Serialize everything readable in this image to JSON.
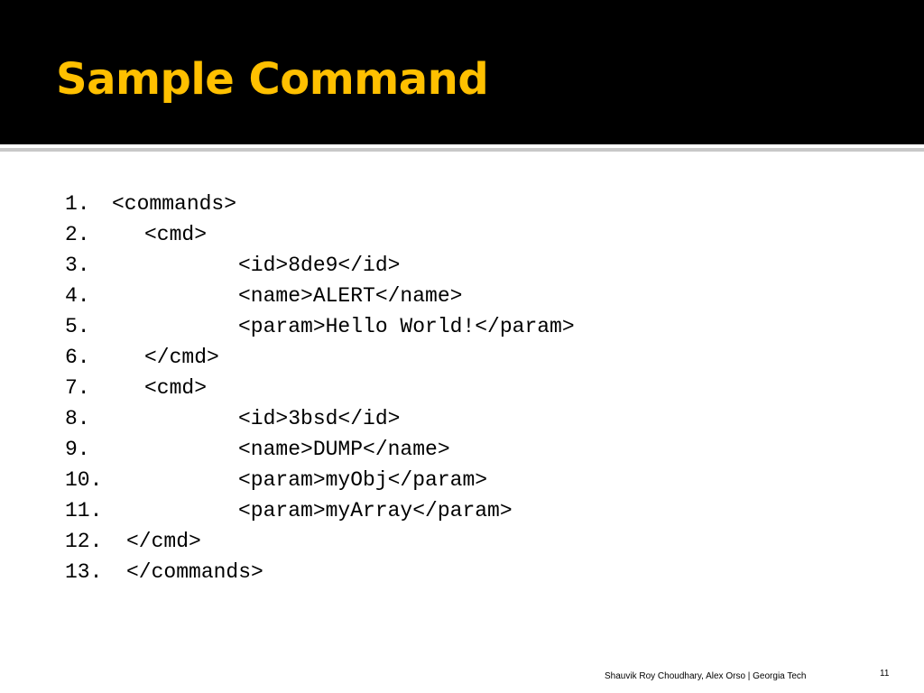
{
  "slide": {
    "title": "Sample Command",
    "footer": "Shauvik Roy Choudhary, Alex Orso  |  Georgia Tech",
    "page_number": "11"
  },
  "code": {
    "lines": [
      {
        "num": "1.",
        "text": "<commands>"
      },
      {
        "num": "2.",
        "text": "<cmd>"
      },
      {
        "num": "3.",
        "text": "<id>8de9</id>"
      },
      {
        "num": "4.",
        "text": "<name>ALERT</name>"
      },
      {
        "num": "5.",
        "text": "<param>Hello World!</param>"
      },
      {
        "num": "6.",
        "text": "</cmd>"
      },
      {
        "num": "7.",
        "text": "<cmd>"
      },
      {
        "num": "8.",
        "text": "<id>3bsd</id>"
      },
      {
        "num": "9.",
        "text": "<name>DUMP</name>"
      },
      {
        "num": "10.",
        "text": "<param>myObj</param>"
      },
      {
        "num": "11.",
        "text": "<param>myArray</param>"
      },
      {
        "num": "12.",
        "text": "</cmd>"
      },
      {
        "num": "13.",
        "text": "</commands>"
      }
    ]
  },
  "colors": {
    "title_bar": "#000000",
    "title_text": "#ffc000",
    "title_rule": "#c8c8c8",
    "background": "#ffffff"
  }
}
